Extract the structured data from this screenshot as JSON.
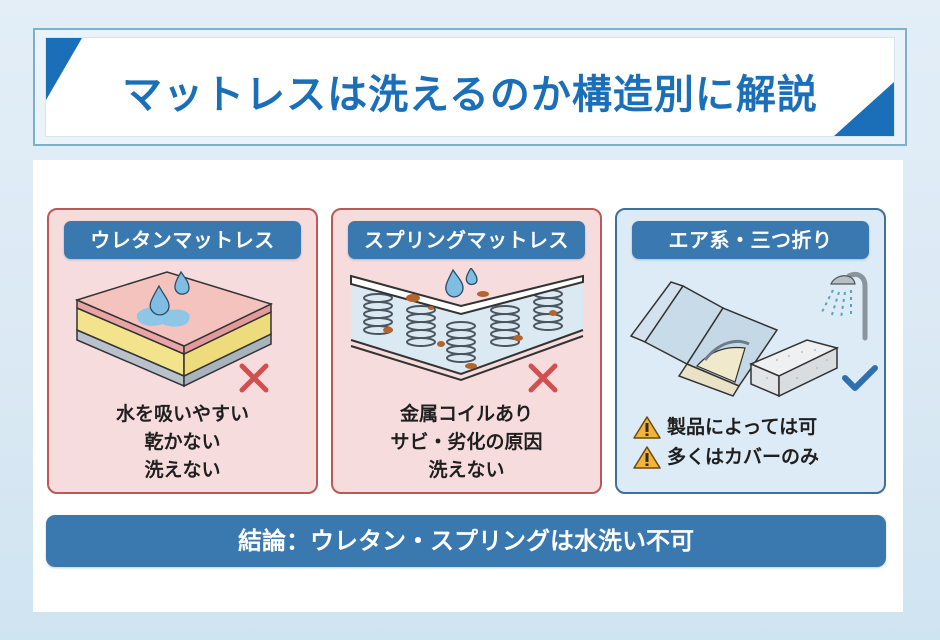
{
  "title": "マットレスは洗えるのか構造別に解説",
  "colors": {
    "accent_blue": "#1a6fb8",
    "pill_blue": "#3a78b0",
    "ng_card_bg": "#f6dcdc",
    "ng_card_border": "#b85a5a",
    "ok_card_bg": "#dcebf5",
    "ok_card_border": "#3f6f9c",
    "cross_red": "#d94a4a",
    "check_blue": "#2f6fae",
    "warning_yellow": "#f2b53a"
  },
  "cards": [
    {
      "label": "ウレタンマットレス",
      "illustration": "urethane-foam-layers-with-water-drops",
      "verdict_icon": "cross-icon",
      "lines": [
        "水を吸いやすい",
        "乾かない",
        "洗えない"
      ]
    },
    {
      "label": "スプリングマットレス",
      "illustration": "spring-coils-with-rust-and-water-drops",
      "verdict_icon": "cross-icon",
      "lines": [
        "金属コイルあり",
        "サビ・劣化の原因",
        "洗えない"
      ]
    },
    {
      "label": "エア系・三つ折り",
      "illustration": "trifold-mattress-cover-fiber-core-shower",
      "verdict_icon": "check-icon",
      "warnings": [
        "製品によっては可",
        "多くはカバーのみ"
      ],
      "warning_icon": "warning-icon"
    }
  ],
  "conclusion": "結論：ウレタン・スプリングは水洗い不可"
}
